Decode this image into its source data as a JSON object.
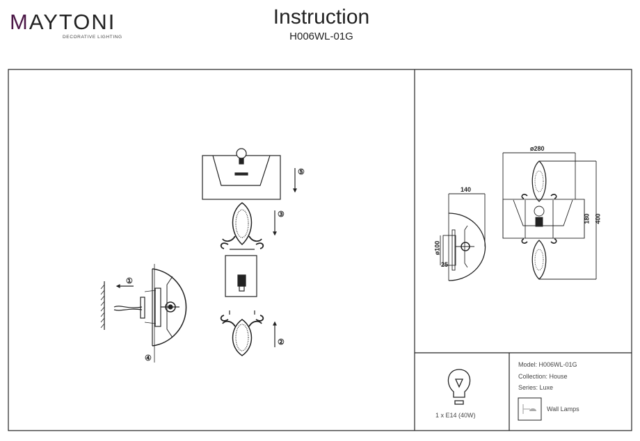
{
  "header": {
    "brand": "MAYTONI",
    "brand_tagline": "DECORATIVE LIGHTING",
    "title": "Instruction",
    "model": "H006WL-01G",
    "brand_accent": "#4b1746"
  },
  "assembly_steps": [
    "①",
    "②",
    "③",
    "④",
    "⑤"
  ],
  "dimensions": {
    "width": "ø280",
    "depth": "140",
    "height": "400",
    "shade_height": "180",
    "base_diameter": "ø100",
    "base_depth": "25"
  },
  "specs": {
    "bulb": "1 x E14 (40W)",
    "model": "Model: H006WL-01G",
    "collection": "Collection: House",
    "series": "Series: Luxe",
    "category": "Wall Lamps"
  },
  "icons": [
    "bulb-icon",
    "wall-lamp-icon"
  ]
}
